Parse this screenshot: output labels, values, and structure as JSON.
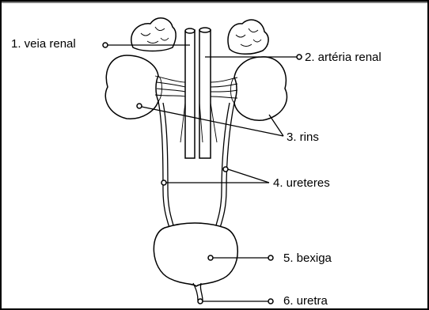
{
  "labels": {
    "renal_vein": "1. veia renal",
    "renal_artery": "2. artéria  renal",
    "kidneys": "3. rins",
    "ureters": "4. ureteres",
    "bladder": "5. bexiga",
    "urethra": "6. uretra"
  }
}
